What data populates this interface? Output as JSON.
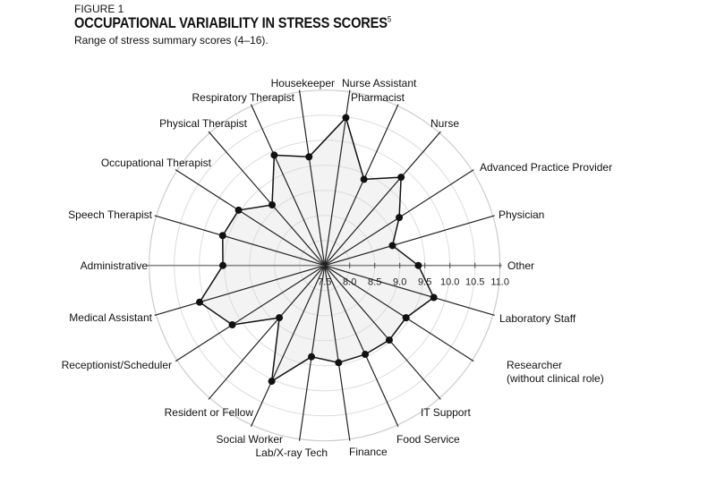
{
  "figure_label": "FIGURE 1",
  "title": "OCCUPATIONAL VARIABILITY IN STRESS SCORES",
  "title_superscript": "5",
  "subtitle": "Range of stress summary scores (4–16).",
  "chart_data": {
    "type": "radar",
    "title": "OCCUPATIONAL VARIABILITY IN STRESS SCORES",
    "subtitle": "Range of stress summary scores (4–16).",
    "rlim": [
      7.5,
      11.0
    ],
    "ticks": [
      "7.5",
      "8.0",
      "8.5",
      "9.0",
      "9.5",
      "10.0",
      "10.5",
      "11.0"
    ],
    "grid": true,
    "categories": [
      "Other",
      "Laboratory Staff",
      "Researcher",
      "IT Support",
      "Food Service",
      "Finance",
      "Lab/X-ray Tech",
      "Social Worker",
      "Resident or Fellow",
      "Receptionist/Scheduler",
      "Medical Assistant",
      "Administrative",
      "Speech Therapist",
      "Occupational Therapist",
      "Physical Therapist",
      "Respiratory Therapist",
      "Housekeeper",
      "Nurse Assistant",
      "Pharmacist",
      "Nurse",
      "Advanced Practice Provider",
      "Physician"
    ],
    "label_lines": {
      "Researcher": [
        "Researcher",
        "(without clinical role)"
      ]
    },
    "values": [
      9.37,
      9.77,
      9.43,
      9.47,
      9.45,
      9.46,
      9.34,
      10.04,
      8.88,
      9.69,
      10.1,
      9.53,
      9.62,
      9.54,
      9.1,
      9.92,
      9.69,
      10.48,
      9.39,
      9.83,
      9.27,
      8.91
    ],
    "colors": {
      "fill": "#f3f3f3",
      "line": "#111111",
      "grid": "#cccccc",
      "axis": "#888888"
    }
  }
}
